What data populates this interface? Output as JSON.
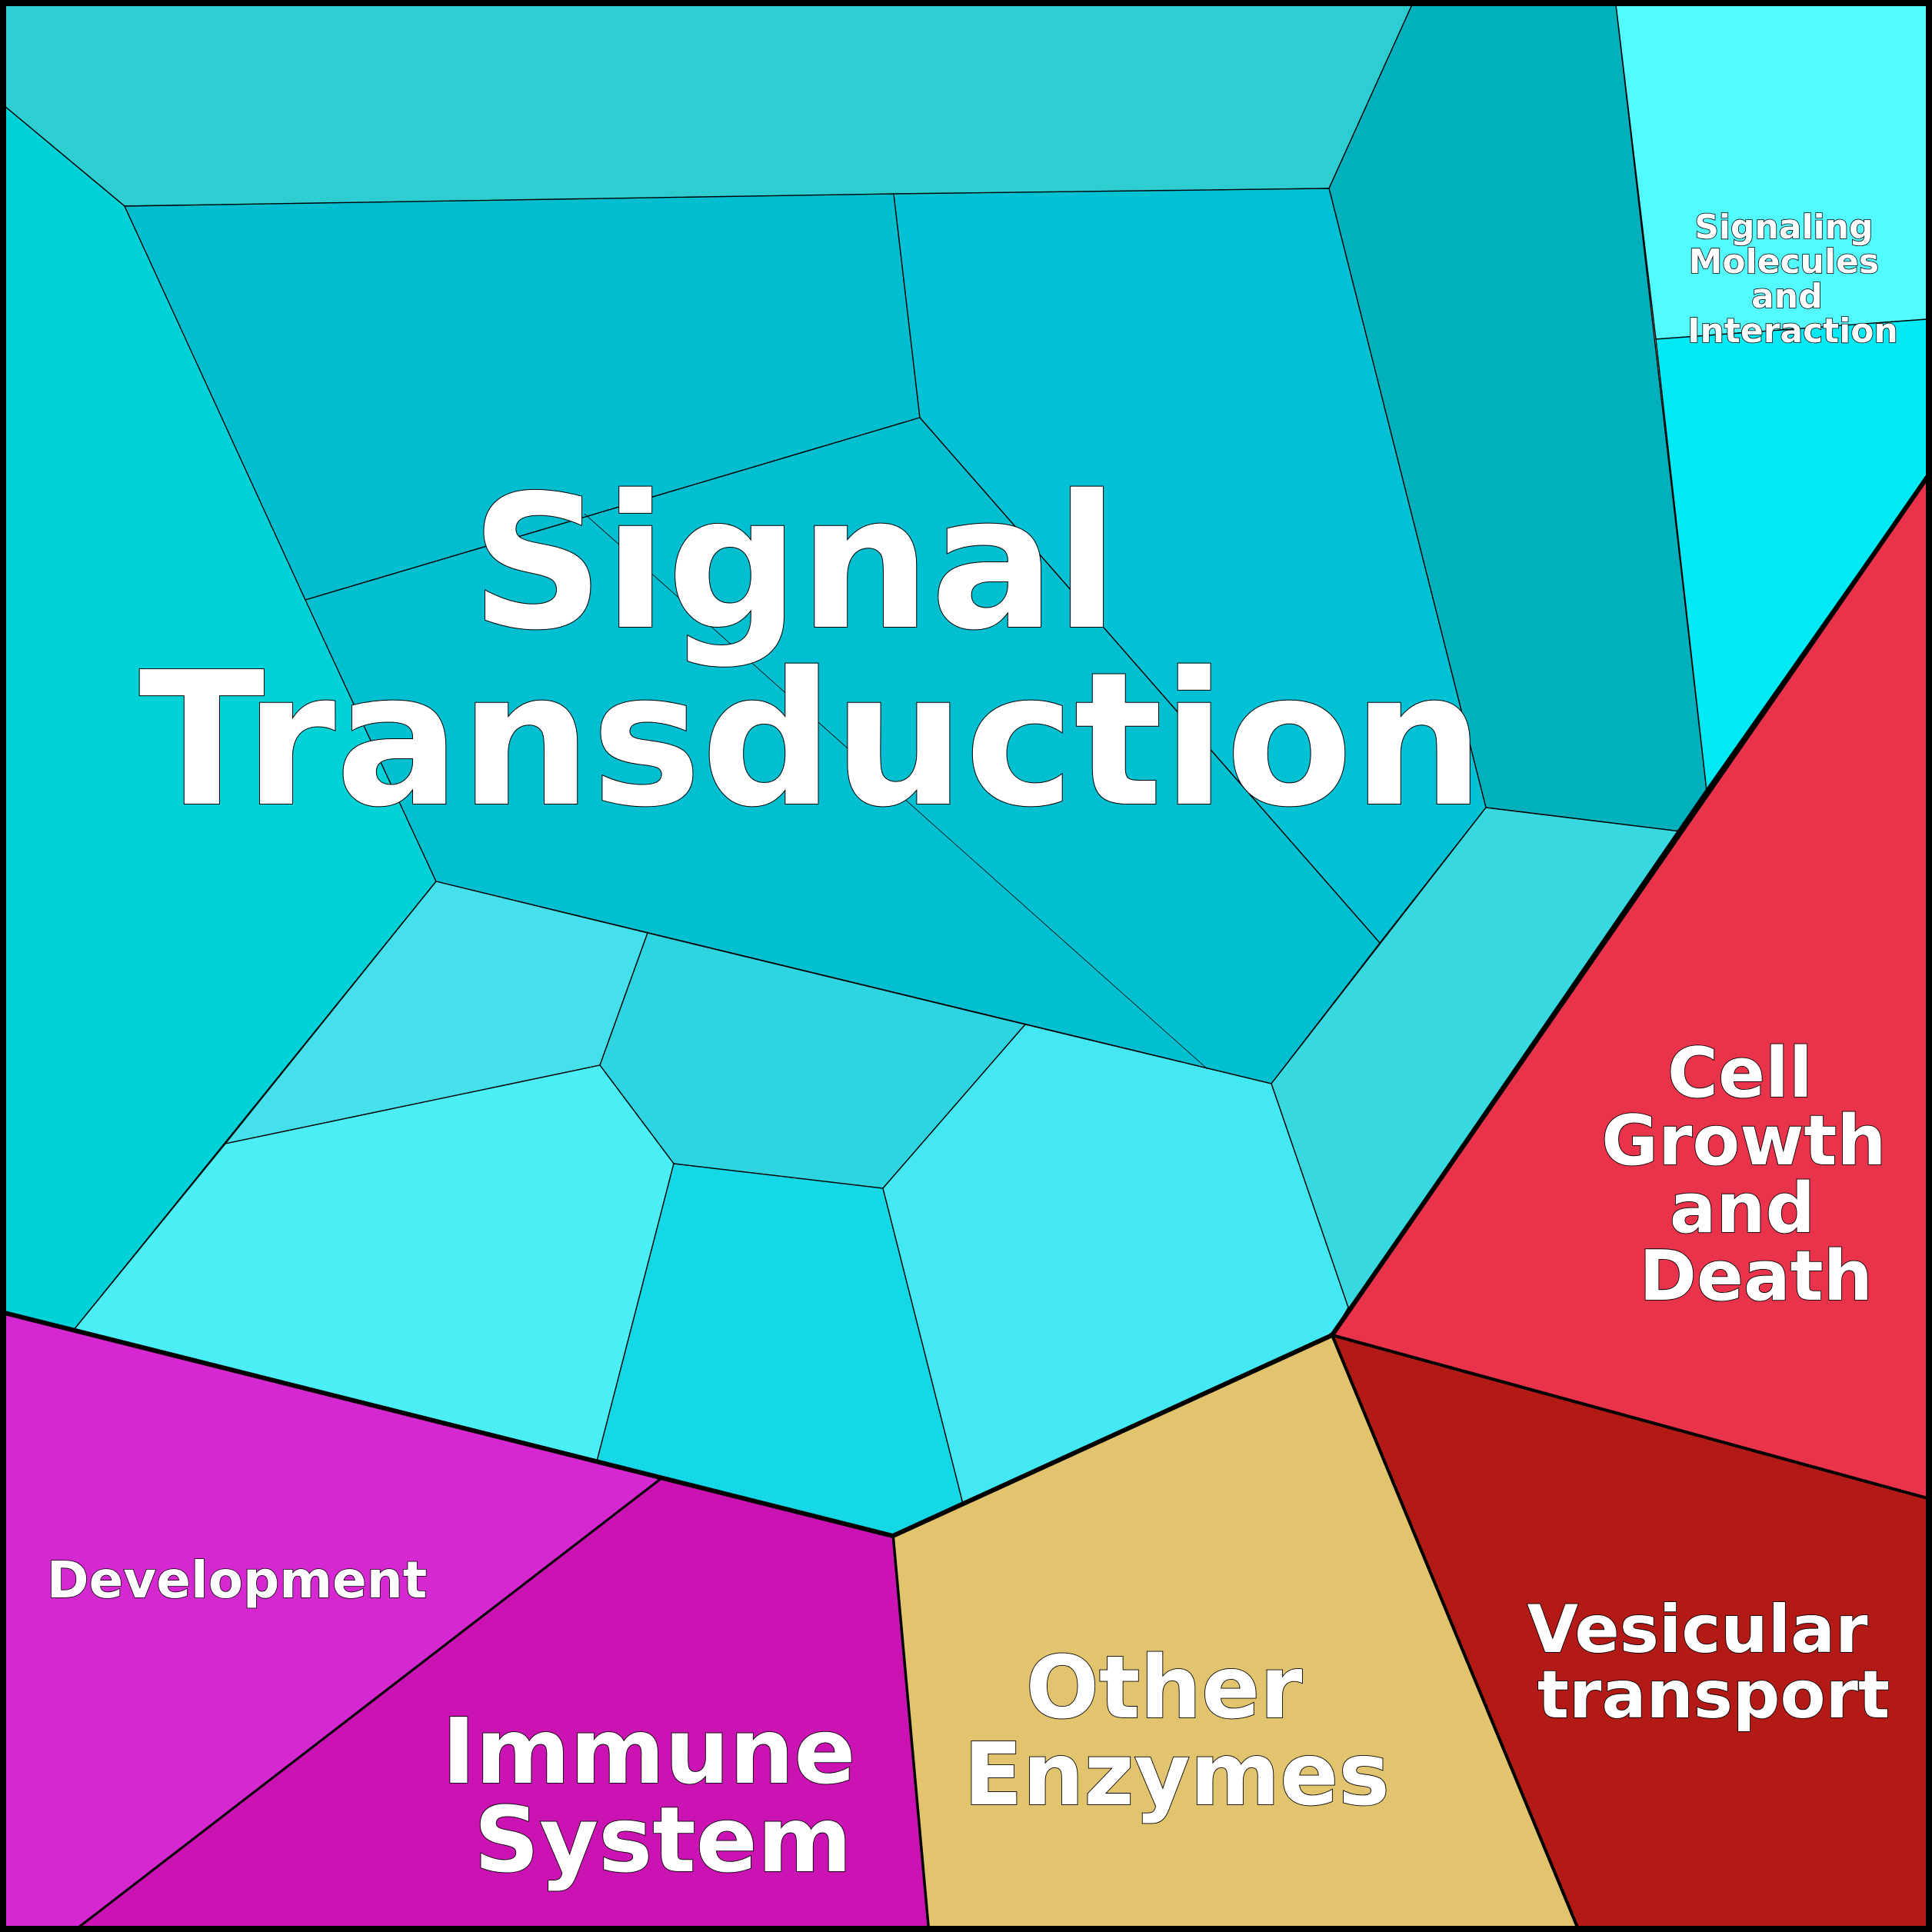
{
  "categories": {
    "signal_transduction": {
      "label_lines": [
        "Signal",
        "Transduction"
      ],
      "color": "#00C0D4",
      "shades": [
        "#2DCDD2",
        "#00B0BC",
        "#00D2D8",
        "#00BDD0",
        "#00C2D4",
        "#00BFD0",
        "#38D8E0",
        "#45E0EC",
        "#2ED5E0",
        "#4AEEF4",
        "#14D8E6",
        "#44E8F2"
      ]
    },
    "signaling_molecules": {
      "label_lines": [
        "Signaling",
        "Molecules",
        "and",
        "Interaction"
      ],
      "colors": [
        "#52FCFE",
        "#00EAF6"
      ]
    },
    "cell_growth": {
      "label_lines": [
        "Cell",
        "Growth",
        "and",
        "Death"
      ],
      "color": "#E8334A"
    },
    "vesicular_transport": {
      "label_lines": [
        "Vesicular",
        "transport"
      ],
      "color": "#B31A16"
    },
    "other_enzymes": {
      "label_lines": [
        "Other",
        "Enzymes"
      ],
      "color": "#E2C46E"
    },
    "immune_system": {
      "label_lines": [
        "Immune",
        "System"
      ],
      "color": "#CB12B2"
    },
    "development": {
      "label_lines": [
        "Development"
      ],
      "color": "#D628D0"
    }
  }
}
